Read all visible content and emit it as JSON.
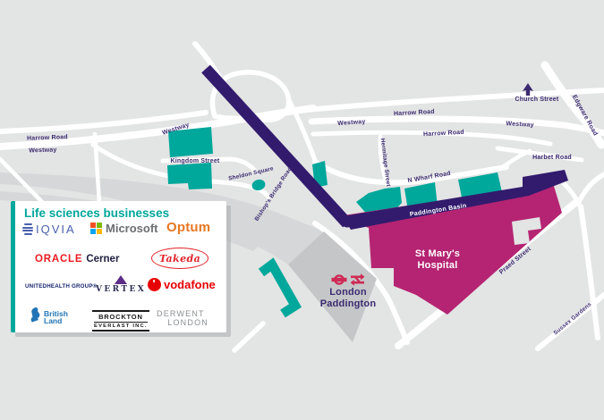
{
  "colors": {
    "background": "#e3e4e4",
    "road_white": "#ffffff",
    "railway_band": "#d6d7d8",
    "building_teal": "#00a79b",
    "canal_purple": "#321b6d",
    "hospital_magenta": "#b52472",
    "station_gray": "#c5c6c8",
    "map_label_purple": "#3b2a70",
    "transport_icon_red": "#cf2a56",
    "legend_title_teal": "#00a79b",
    "iqvia_blue": "#4a5fae",
    "microsoft_text_gray": "#6d6e71",
    "microsoft_squares": [
      "#f25022",
      "#7fba00",
      "#00a4ef",
      "#ffb900"
    ],
    "optum_orange": "#e87722",
    "oracle_red": "#ea1b22",
    "cerner_dark": "#20203f",
    "takeda_red": "#e1242a",
    "unitedhealth_navy": "#16246d",
    "vertex_purple": "#5c2d87",
    "vodafone_red": "#e60000",
    "british_land_blue": "#2175b6",
    "brockton_black": "#1a1a1a",
    "derwent_gray": "#8a8e91"
  },
  "legend": {
    "title": "Life sciences businesses",
    "iqvia": "IQVIA",
    "microsoft": "Microsoft",
    "optum": "Optum",
    "oracle": "ORACLE",
    "cerner": "Cerner",
    "takeda": "Takeda",
    "unitedhealth": "UNITEDHEALTH GROUP®",
    "vertex": "VERTEX",
    "vodafone": "vodafone",
    "british_land_line1": "British",
    "british_land_line2": "Land",
    "brockton_line1": "BROCKTON",
    "brockton_line2": "EVERLAST INC.",
    "derwent_line1": "DERWENT",
    "derwent_line2": "LONDON"
  },
  "map": {
    "roads": {
      "harrow_w": "Harrow Road",
      "westway_w": "Westway",
      "westway_nw": "Westway",
      "harrow_n": "Harrow Road",
      "westway_mid": "Westway",
      "harrow_mid": "Harrow Road",
      "westway_e": "Westway",
      "church_street": "Church Street",
      "edgware": "Edgware Road",
      "harbet": "Harbet Road",
      "hermitage": "Hermitage Street",
      "n_wharf": "N Wharf Road",
      "kingdom": "Kingdom Street",
      "sheldon": "Sheldon Square",
      "bishops_bridge": "Bishop's Bridge Road",
      "praed": "Praed Street",
      "sussex": "Sussex Gardens"
    },
    "waterway": {
      "paddington_basin": "Paddington Basin"
    },
    "places": {
      "st_marys_line1": "St Mary's",
      "st_marys_line2": "Hospital",
      "station_line1": "London",
      "station_line2": "Paddington"
    }
  }
}
